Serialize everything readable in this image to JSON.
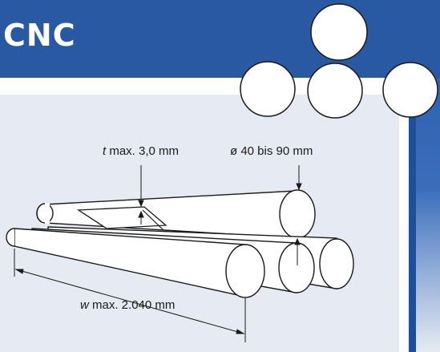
{
  "header": {
    "title": "CNC"
  },
  "dimensions": {
    "thickness": {
      "symbol": "t",
      "text": " max. 3,0 mm"
    },
    "diameter": {
      "text": "ø 40 bis 90 mm"
    },
    "width": {
      "symbol": "w",
      "text": " max. 2.040 mm"
    }
  },
  "colors": {
    "brand_blue": "#2a59a3",
    "panel_grey": "#e6ebf3"
  }
}
